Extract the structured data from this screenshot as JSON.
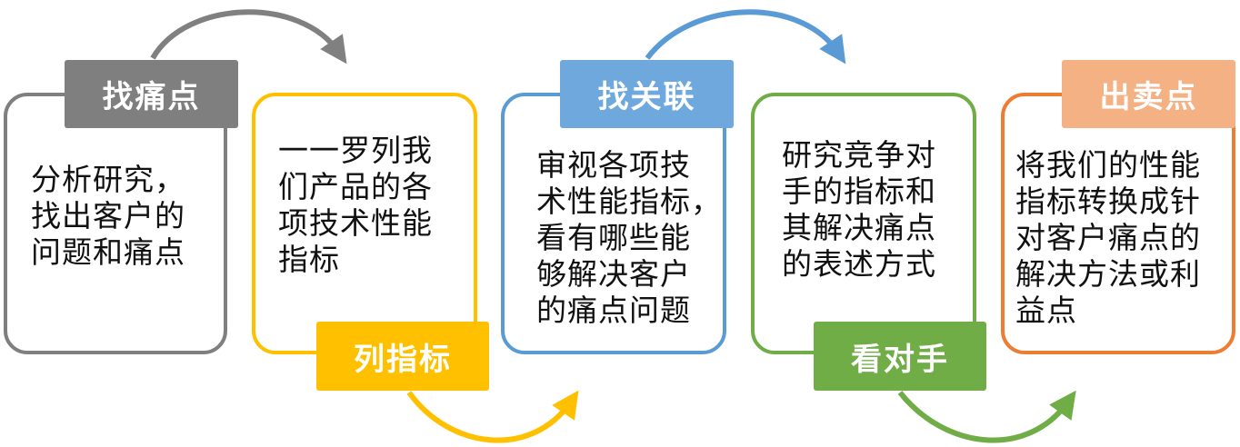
{
  "colors": {
    "gray": "#7f7f7f",
    "yellow": "#ffc000",
    "blue": "#5b9bd5",
    "green": "#70ad47",
    "orange": "#ed7d31",
    "orange_tag": "#f4b183"
  },
  "steps": [
    {
      "tag": "找痛点",
      "text": "分析研究，\n找出客户的\n问题和痛点"
    },
    {
      "tag": "列指标",
      "text": "一一罗列我\n们产品的各\n项技术性能\n指标"
    },
    {
      "tag": "找关联",
      "text": "审视各项技\n术性能指标，\n看有哪些能\n够解决客户\n的痛点问题"
    },
    {
      "tag": "看对手",
      "text": "研究竞争对\n手的指标和\n其解决痛点\n的表述方式"
    },
    {
      "tag": "出卖点",
      "text": "将我们的性能\n指标转换成针\n对客户痛点的\n解决方法或利\n益点"
    }
  ]
}
